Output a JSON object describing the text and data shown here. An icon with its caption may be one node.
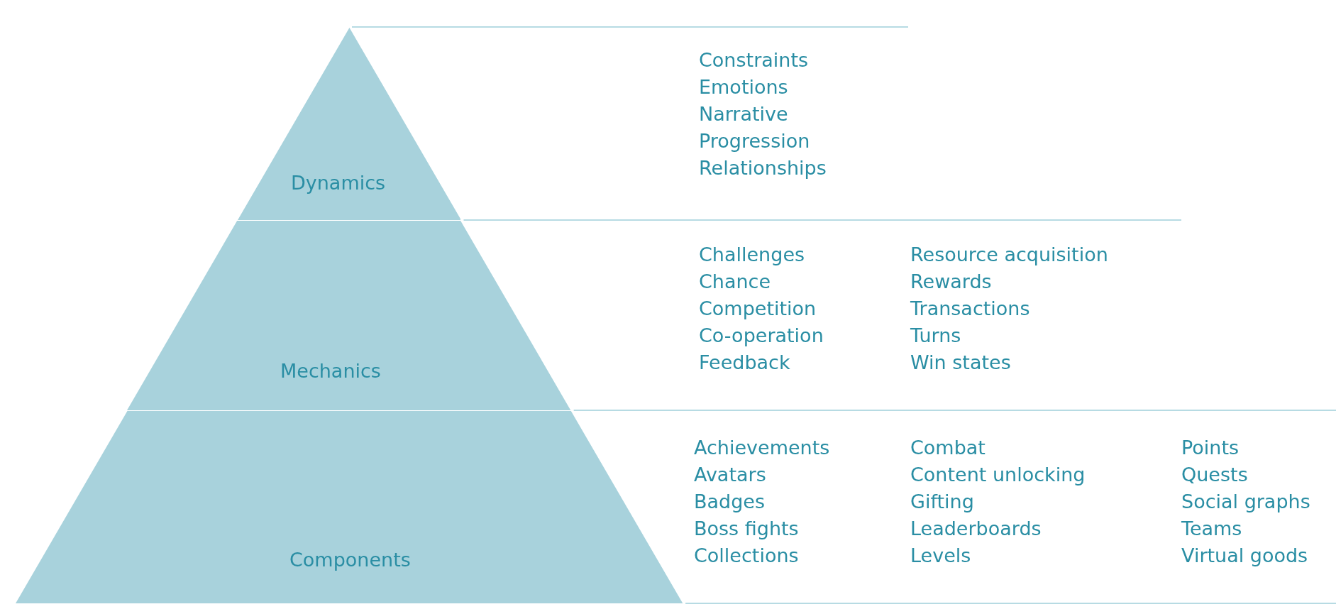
{
  "diagram": {
    "nodes": [
      {
        "text": [
          "Dynamics"
        ],
        "beside": [
          "Constraints",
          "Emotions",
          "Narrative",
          "Progression",
          "Relationships"
        ]
      },
      {
        "text": [
          "Mechanics"
        ],
        "beside": [
          "Challenges",
          "Chance",
          "Competition",
          "Co-operation",
          "Feedback",
          "Resource acquisition",
          "Rewards",
          "Transactions",
          "Turns",
          "Win states"
        ]
      },
      {
        "text": [
          "Components"
        ],
        "beside": [
          "Achievements",
          "Avatars",
          "Badges",
          "Boss fights",
          "Collections",
          "Combat",
          "Content unlocking",
          "Gifting",
          "Leaderboards",
          "Levels",
          "Points",
          "Quests",
          "Social graphs",
          "Teams",
          "Virtual goods"
        ]
      }
    ]
  }
}
